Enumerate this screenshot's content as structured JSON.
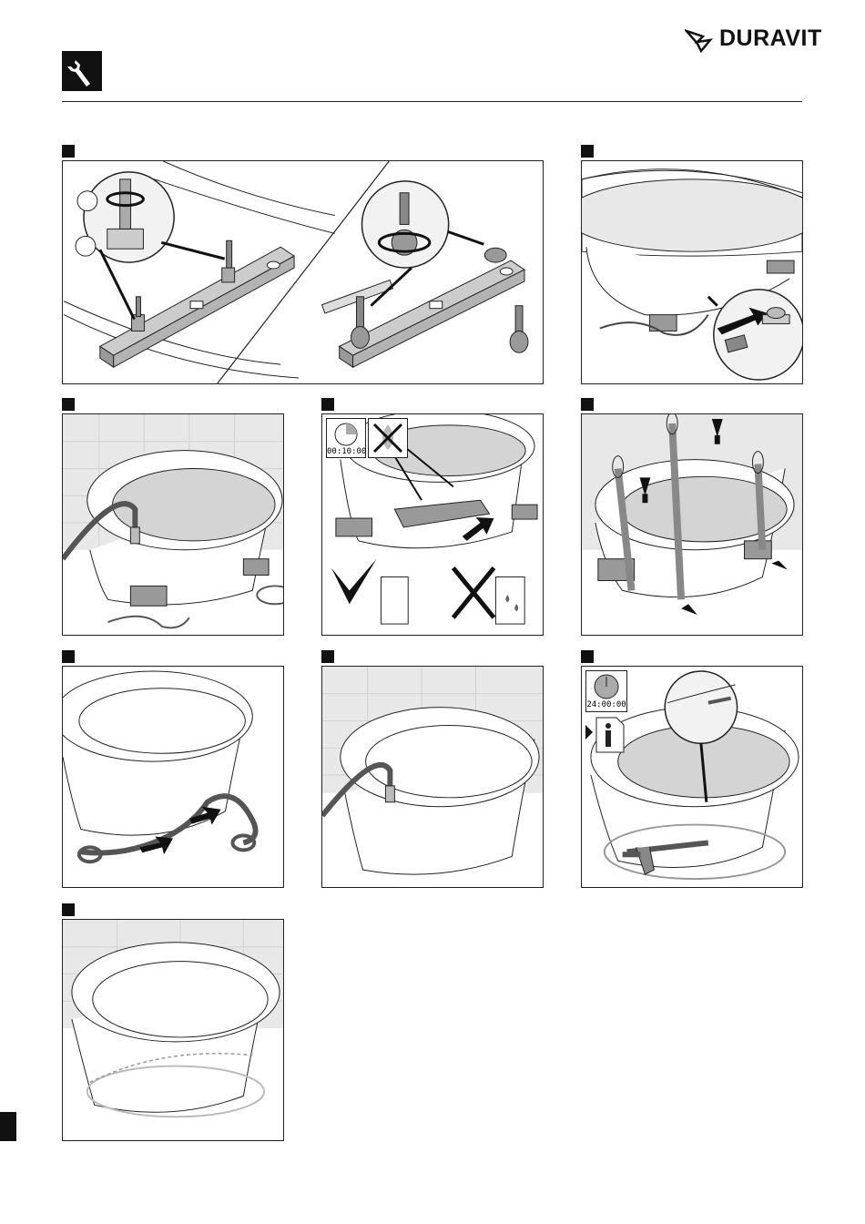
{
  "header": {
    "brand": "DURAVIT",
    "tool_icon": "wrench-icon"
  },
  "panels": [
    {
      "id": 1,
      "icon": "leveling-feet-adjust"
    },
    {
      "id": 2,
      "icon": "drain-connection"
    },
    {
      "id": 3,
      "icon": "water-fill"
    },
    {
      "id": 4,
      "icon": "leak-test",
      "timer": "00:10:00"
    },
    {
      "id": 5,
      "icon": "lift-with-straps"
    },
    {
      "id": 6,
      "icon": "remove-straps"
    },
    {
      "id": 7,
      "icon": "fill-water"
    },
    {
      "id": 8,
      "icon": "silicone-seal",
      "timer": "24:00:00"
    },
    {
      "id": 9,
      "icon": "finished-bathtub"
    }
  ],
  "colors": {
    "ink": "#111111",
    "tile": "#e6e6e6",
    "tub_shadow": "#d4d4d4"
  }
}
